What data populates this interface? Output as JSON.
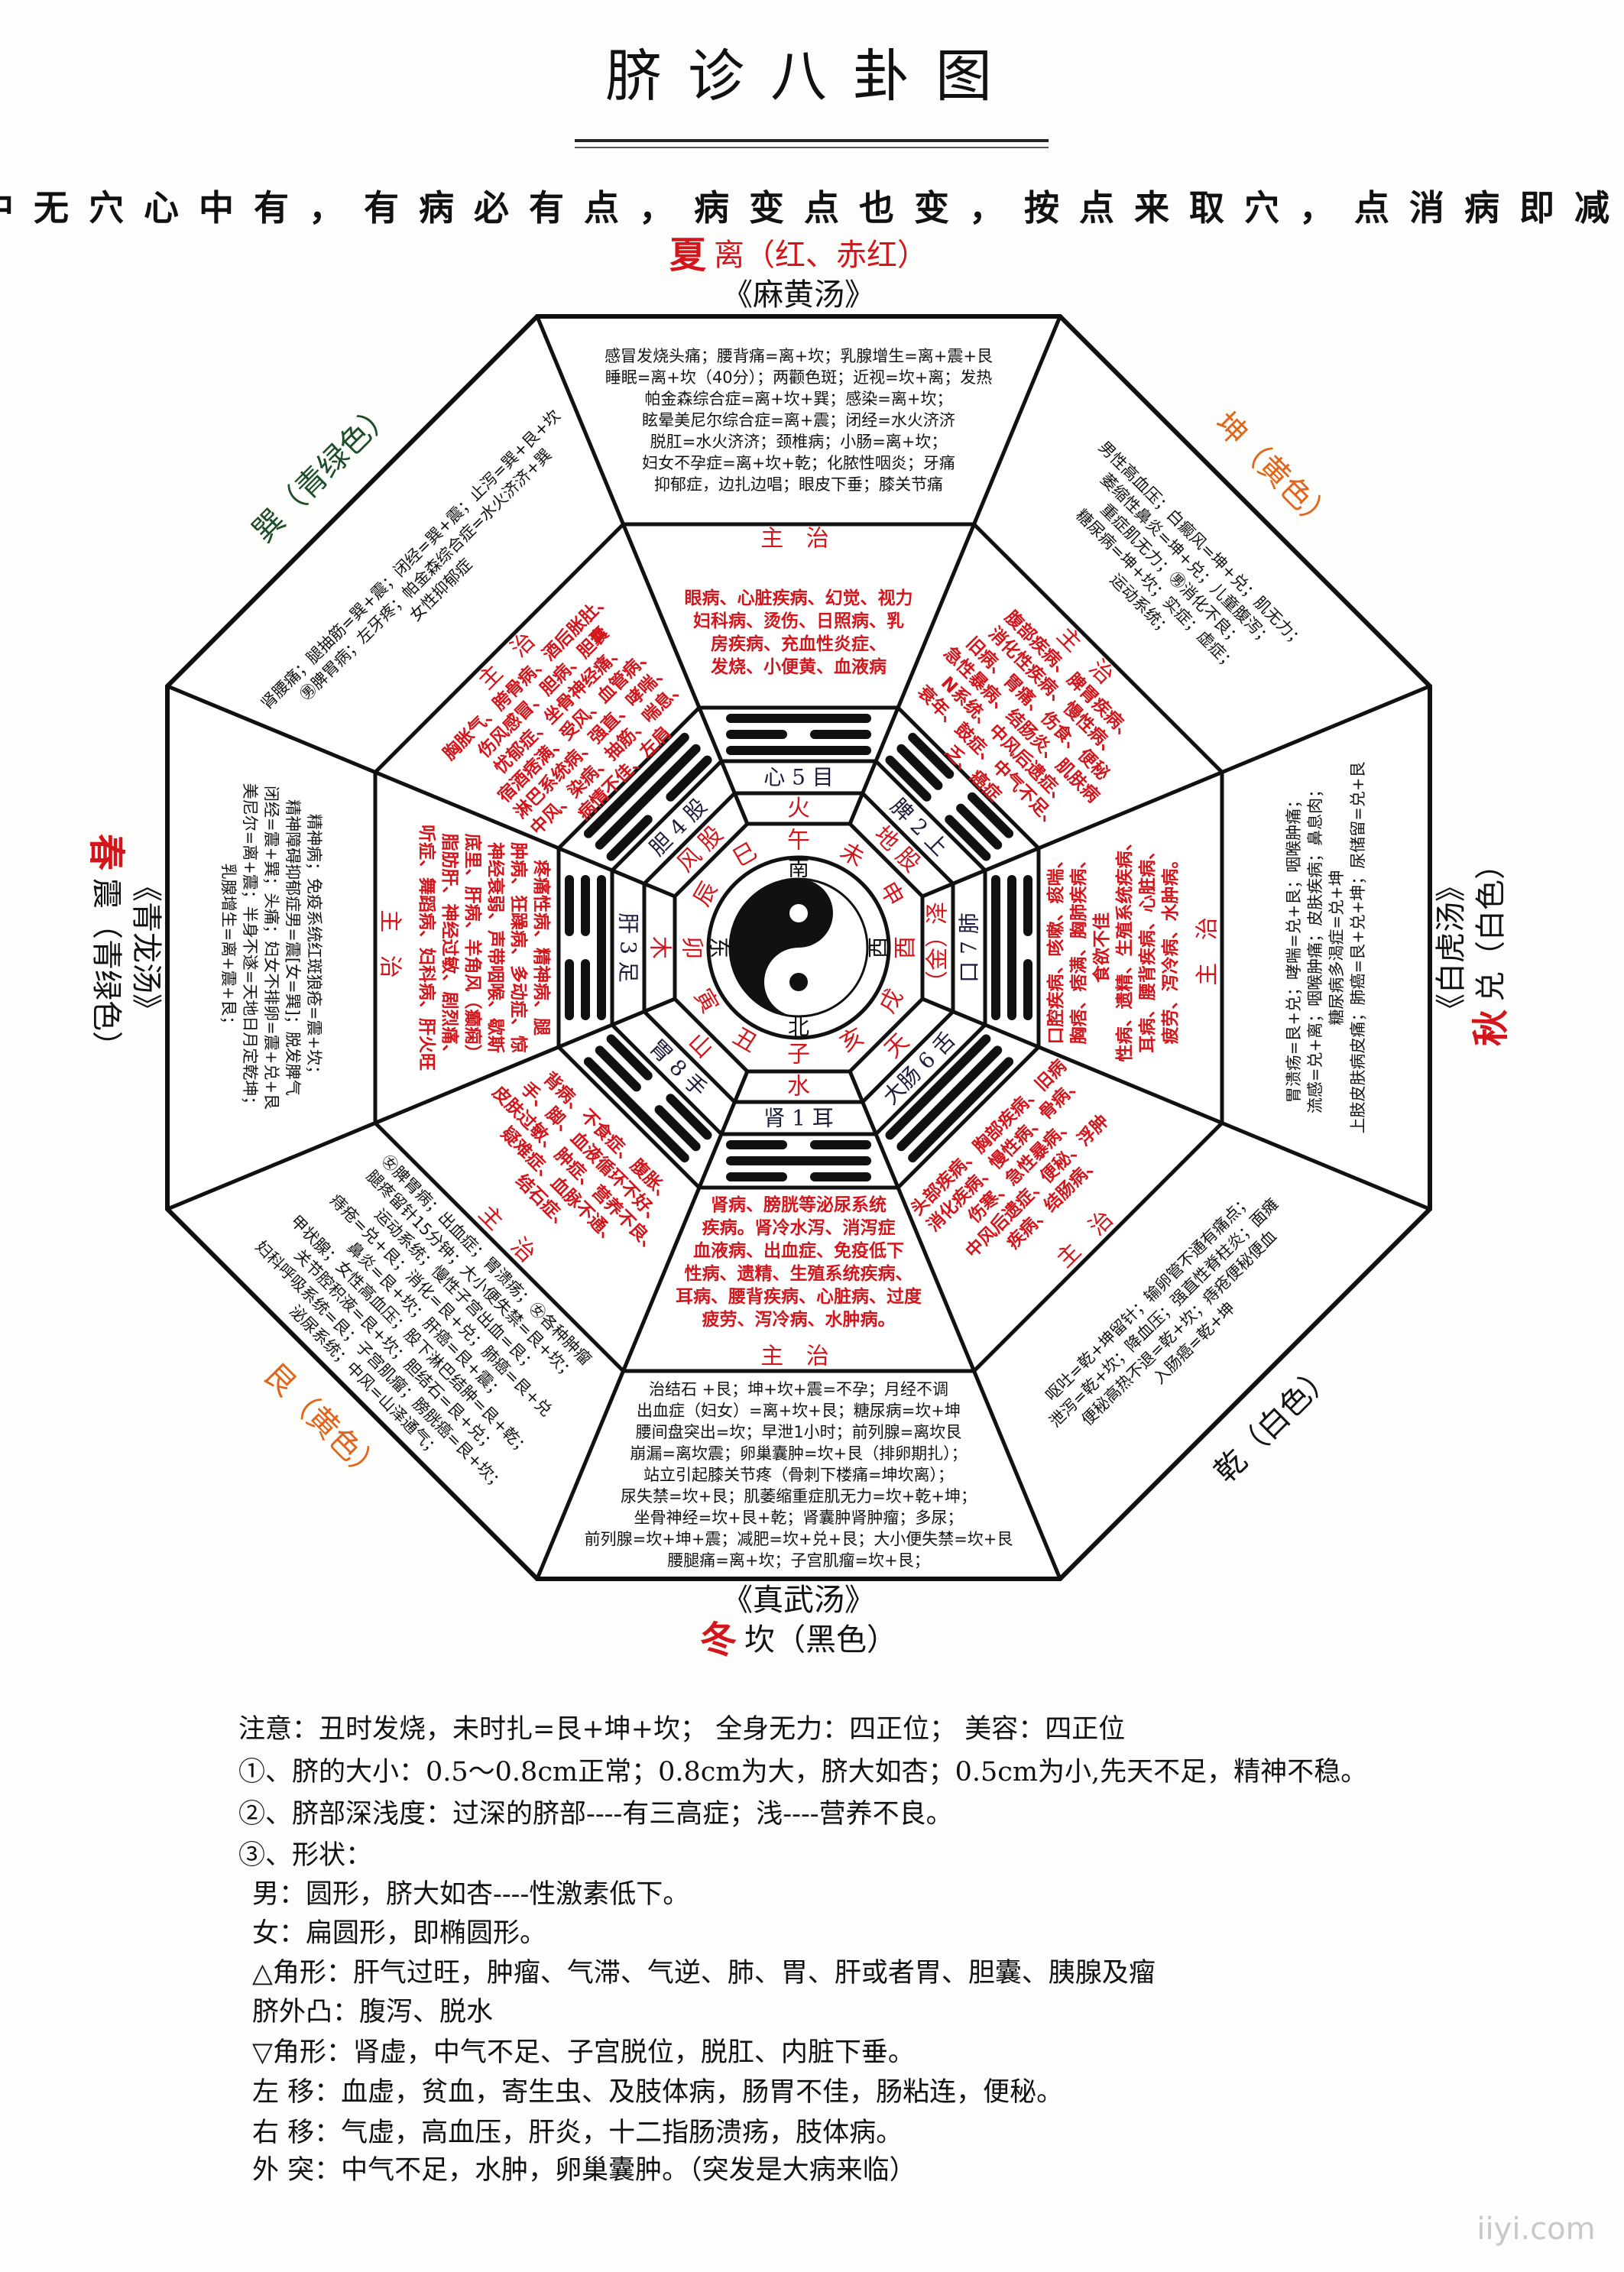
{
  "title": "脐诊八卦图",
  "motto": "手中无穴心中有，有病必有点，病变点也变，按点来取穴，点消病即减。",
  "colors": {
    "red": "#d3161c",
    "orange": "#e0661c",
    "green": "#1e4d2b",
    "black": "#121212"
  },
  "zhuzhi_label": "主 治",
  "center": {
    "compass": {
      "south": "南",
      "west": "西",
      "north": "北",
      "east": "东"
    },
    "branches": [
      "午",
      "未",
      "申",
      "酉",
      "戌",
      "亥",
      "子",
      "丑",
      "寅",
      "卯",
      "辰",
      "巳"
    ],
    "symbol": "yin-yang-icon"
  },
  "sectors": [
    {
      "trigram": "离",
      "lines": [
        1,
        0,
        1
      ],
      "label_color": "#d3161c",
      "label": {
        "season": "夏",
        "trigram": "离（红、赤红）",
        "formula": "《麻黄汤》"
      },
      "organ": "心 5 目",
      "element": "火",
      "outer_text": [
        "感冒发烧头痛；腰背痛=离+坎；乳腺增生=离+震+艮",
        "睡眠=离+坎（40分）；两颧色斑；近视=坎+离；发热",
        "帕金森综合症=离+坎+巽；感染=离+坎；",
        "眩晕美尼尔综合症=离+震；闭经=水火济济",
        "脱肛=水火济济；颈椎病；小肠=离+坎；",
        "妇女不孕症=离+坎+乾；化脓性咽炎；牙痛",
        "抑郁症，边扎边唱；眼皮下垂；膝关节痛"
      ],
      "red_text": [
        "眼病、心脏疾病、幻觉、视力",
        "妇科病、烫伤、日照病、乳",
        "房疾病、充血性炎症、",
        "发烧、小便黄、血液病"
      ]
    },
    {
      "trigram": "坤",
      "lines": [
        0,
        0,
        0
      ],
      "label_color": "#e0661c",
      "label": {
        "trigram": "坤（黄色）"
      },
      "organ": "脾 2 上",
      "element": "地 股",
      "outer_text": [
        "男性高血压；白癜风=坤+兑；肌无力；",
        "萎缩性鼻炎=坤+兑；儿童腹泻；",
        "重症肌无力；㊚消化不良；",
        "糖尿病=坤+坎；实症；虚症；",
        "运动系统；"
      ],
      "red_text": [
        "腹部疾病、脾胃疾病、",
        "消化性疾病、慢性病、",
        "旧病、胃痛、伤食、便秘",
        "急性暴病、结肠炎、肌肤病",
        "N系统、中风后遗症、",
        "衰年、鼓症、中气不足、",
        "乏、癌症"
      ]
    },
    {
      "trigram": "兑",
      "lines": [
        1,
        1,
        0
      ],
      "label_color": "#121212",
      "label": {
        "season": "秋",
        "trigram": "兑（白色）",
        "formula": "《白虎汤》"
      },
      "organ": "口 7 肺",
      "element": "（金）泽",
      "outer_text": [
        "胃溃疡=艮+兑；哮喘=兑+艮；咽喉肿痛；",
        "流感=兑+离；咽喉肿痛；皮肤疾病；鼻息肉；",
        "糖尿病多渴症=兑+坤",
        "上肢皮肤病皮痛；肺癌=艮+兑+坤；尿储留=兑+艮"
      ],
      "red_text": [
        "口腔疾病、咳嗽、痰喘、",
        "胸痞、痞满、胸肺疾病、",
        "食欲不佳",
        "性病、遗精、生殖系统疾病、",
        "耳病、腰背疾病、心脏病、",
        "疲劳、泻冷病、水肿病。"
      ]
    },
    {
      "trigram": "乾",
      "lines": [
        1,
        1,
        1
      ],
      "label_color": "#121212",
      "label": {
        "trigram": "乾（白色）"
      },
      "organ": "大肠 6 舌",
      "element": "天",
      "outer_text": [
        "呕吐=乾+坤留针；输卵管不通有痛点；",
        "泄泻=乾+坎；降血压；强直性脊柱炎；面瘫",
        "便秘高热不退=乾+坎；痔疮便秘便血",
        "入肠癌=乾+坤"
      ],
      "red_text": [
        "头部疾病、胸部疾病、旧病",
        "消化疾病、慢性病、骨病、",
        "伤寒、急性暴病、",
        "中风后遗症、便秘、浮肿",
        "疾病、结肠病、"
      ]
    },
    {
      "trigram": "坎",
      "lines": [
        0,
        1,
        0
      ],
      "label_color": "#121212",
      "label": {
        "season": "冬",
        "trigram": "坎（黑色）",
        "formula": "《真武汤》"
      },
      "organ": "肾 1 耳",
      "element": "水",
      "outer_text": [
        "治结石  +艮；坤+坎+震=不孕；月经不调",
        "出血症（妇女）=离+坎+艮；糖尿病=坎+坤",
        "腰间盘突出=坎；早泄1小时；前列腺=离坎艮",
        "崩漏=离坎震；卵巢囊肿=坎+艮（排卵期扎）；",
        "站立引起膝关节疼（骨刺下楼痛=坤坎离）；",
        "尿失禁=坎+艮；肌萎缩重症肌无力=坎+乾+坤；",
        "坐骨神经=坎+艮+乾；肾囊肿肾肿瘤；多尿；",
        "前列腺=坎+坤+震；减肥=坎+兑+艮；大小便失禁=坎+艮",
        "腰腿痛=离+坎；子宫肌瘤=坎+艮；"
      ],
      "red_text": [
        "肾病、膀胱等泌尿系统",
        "疾病。肾冷水泻、消泻症",
        "血液病、出血症、免疫低下",
        "性病、遗精、生殖系统疾病、",
        "耳病、腰背疾病、心脏病、过度",
        "疲劳、泻冷病、水肿病。"
      ]
    },
    {
      "trigram": "艮",
      "lines": [
        0,
        0,
        1
      ],
      "label_color": "#e0661c",
      "label": {
        "trigram": "艮（黄色）"
      },
      "organ": "胃 8 手",
      "element": "山",
      "outer_text": [
        "㊛脾胃病；出血症；胃溃疡；㊛各种肿瘤",
        "腿疼留针15分钟；大小便失禁=艮+坎；",
        "运动系统；慢性子宫出血=艮；",
        "痔疮=兑+艮；消化=艮+兑；肺癌=艮+兑",
        "鼻炎=艮+坎；肝癌=艮+震；",
        "甲状腺；女性高血压；股下淋巴结肿=艮+乾；",
        "关节腔积液=艮+坎；胆结石=艮+兑；",
        "妇科呼吸系统=艮；子宫肌瘤；膀胱癌=艮+坎；",
        "泌尿系统；中风=山泽通气；"
      ],
      "red_text": [
        "背病、不食症、腹胀、",
        "手、脚、血液循环不好、",
        "皮肤过敏、肿症、营养不良、",
        "疑难症、血脉不通、",
        "结石症、"
      ]
    },
    {
      "trigram": "震",
      "lines": [
        1,
        0,
        0
      ],
      "label_color": "#121212",
      "label": {
        "season": "春",
        "trigram": "震（青绿色）",
        "formula": "《青龙汤》"
      },
      "organ": "肝 3 足",
      "element": "木",
      "outer_text": [
        "精神病；免疫系统红斑狼疮=震+坎；",
        "精神障碍抑郁症男=震[女=巽]；脱发脾气",
        "闭经=震+巽；头痛；妇女不排卵=震+兑+艮",
        "美尼尔=离+震；半身不遂=天地日月定乾坤；",
        "乳腺增生=离+震+艮；"
      ],
      "red_text": [
        "疼痛性病、精神病、腿",
        "肿病、狂躁病、多动症、惊",
        "神经衰弱、声带咽喉、歇斯",
        "底里、肝病、羊角风（癫痫）",
        "脂肪肝、神经过敏、剧烈痛、",
        "听症、舞蹈病、妇科病、肝火旺"
      ]
    },
    {
      "trigram": "巽",
      "lines": [
        0,
        1,
        1
      ],
      "label_color": "#1e4d2b",
      "label": {
        "trigram": "巽（青绿色）"
      },
      "organ": "胆 4 股",
      "element": "风 股",
      "outer_text": [
        "肾腰痛；腿抽筋=巽+震；闭经=巽+震；止泻=巽+艮+坎",
        "㊚脾胃病；左牙疼；帕金森综合症=水火济济+巽",
        "女性抑郁症"
      ],
      "red_text": [
        "胸胀气、胯骨病、酒后胀肚、",
        "伤风感冒、胆病、胆囊",
        "忧郁症、坐骨神经痛、",
        "宿酒痞满、受风、血管病、",
        "淋巴系统病、强直、哮喘、",
        "中风、染病、抽筋、喘息、",
        "病情不佳、左肩"
      ]
    }
  ],
  "notes": [
    "注意：丑时发烧，未时扎=艮+坤+坎；      全身无力：四正位；        美容：四正位",
    "①、脐的大小：0.5～0.8cm正常；0.8cm为大，脐大如杏；0.5cm为小,先天不足，精神不稳。",
    "②、脐部深浅度：过深的脐部----有三高症；浅----营养不良。",
    "③、形状：",
    "男：圆形，脐大如杏----性激素低下。",
    "女：扁圆形，即椭圆形。",
    "△角形：肝气过旺，肿瘤、气滞、气逆、肺、胃、肝或者胃、胆囊、胰腺及瘤",
    "脐外凸：腹泻、脱水",
    "▽角形：肾虚，中气不足、子宫脱位，脱肛、内脏下垂。",
    "左  移：血虚，贫血，寄生虫、及肢体病，肠胃不佳，肠粘连，便秘。",
    "右  移：气虚，高血压，肝炎，十二指肠溃疡，肢体病。",
    "外  突：中气不足，水肿，卵巢囊肿。（突发是大病来临）"
  ],
  "watermark": "iiyi.com"
}
